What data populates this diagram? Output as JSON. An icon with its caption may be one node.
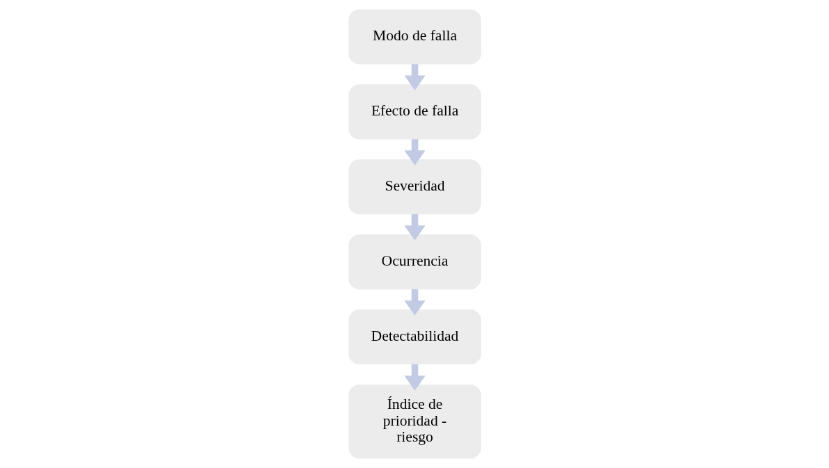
{
  "diagram": {
    "nodes": [
      {
        "text": [
          "Modo de falla"
        ]
      },
      {
        "text": [
          "Efecto de falla"
        ]
      },
      {
        "text": [
          "Severidad"
        ]
      },
      {
        "text": [
          "Ocurrencia"
        ]
      },
      {
        "text": [
          "Detectabilidad"
        ]
      },
      {
        "text": [
          "Índice de prioridad - riesgo"
        ]
      }
    ],
    "edges": [
      {
        "from": 0,
        "to": 1,
        "arrow": "to"
      },
      {
        "from": 1,
        "to": 2,
        "arrow": "to"
      },
      {
        "from": 2,
        "to": 3,
        "arrow": "to"
      },
      {
        "from": 3,
        "to": 4,
        "arrow": "to"
      },
      {
        "from": 4,
        "to": 5,
        "arrow": "to"
      }
    ]
  }
}
